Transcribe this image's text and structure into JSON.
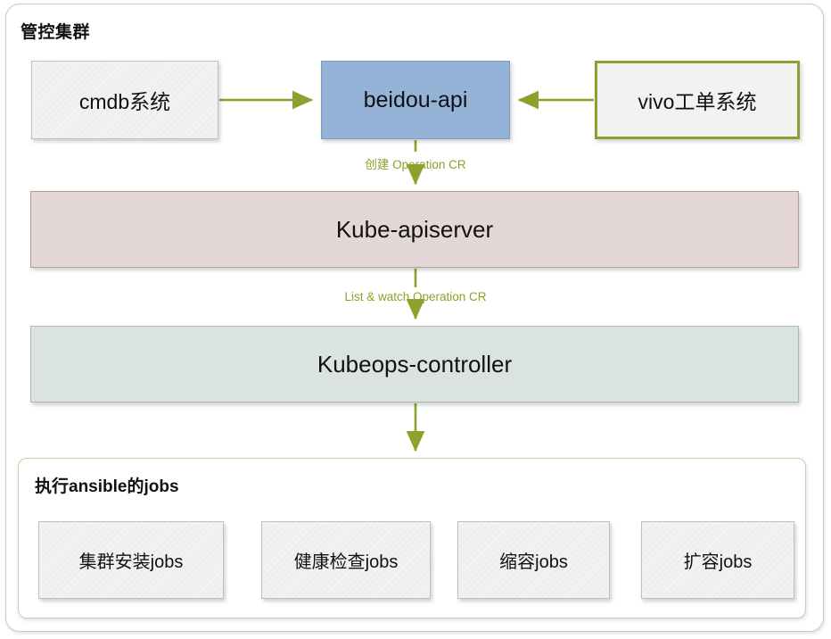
{
  "diagram": {
    "outer_container": {
      "title": "管控集群"
    },
    "nodes": [
      {
        "id": "cmdb",
        "label": "cmdb系统",
        "fill": "#f2f2f2",
        "border": "#bfbfbf"
      },
      {
        "id": "beidou",
        "label": "beidou-api",
        "fill": "#95b3d7",
        "border": "#7a9cc2"
      },
      {
        "id": "vivo",
        "label": "vivo工单系统",
        "fill": "#f2f2f2",
        "border": "#8ba32c"
      },
      {
        "id": "apiserver",
        "label": "Kube-apiserver",
        "fill": "#e3d8d7",
        "border": "#b89a97"
      },
      {
        "id": "controller",
        "label": "Kubeops-controller",
        "fill": "#dbe3de",
        "border": "#a8bcb2"
      }
    ],
    "edges": [
      {
        "from": "cmdb",
        "to": "beidou",
        "label": "",
        "direction": "right"
      },
      {
        "from": "vivo",
        "to": "beidou",
        "label": "",
        "direction": "left"
      },
      {
        "from": "beidou",
        "to": "apiserver",
        "label": "创建 Operation CR",
        "direction": "down"
      },
      {
        "from": "apiserver",
        "to": "controller",
        "label": "List & watch Operation CR",
        "direction": "down"
      },
      {
        "from": "controller",
        "to": "jobs",
        "label": "",
        "direction": "down"
      }
    ],
    "jobs_container": {
      "title": "执行ansible的jobs",
      "jobs": [
        {
          "label": "集群安装jobs"
        },
        {
          "label": "健康检查jobs"
        },
        {
          "label": "缩容jobs"
        },
        {
          "label": "扩容jobs"
        }
      ]
    },
    "colors": {
      "arrow": "#8ba32c",
      "container_border": "#c9cfa8",
      "edge_label_text": "#8ba32c"
    }
  }
}
